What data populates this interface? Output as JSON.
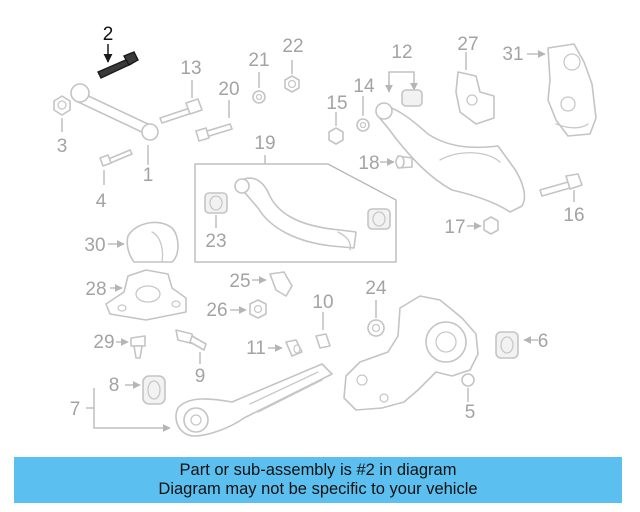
{
  "callouts": {
    "c1": "1",
    "c2": "2",
    "c3": "3",
    "c4": "4",
    "c5": "5",
    "c6": "6",
    "c7": "7",
    "c8": "8",
    "c9": "9",
    "c10": "10",
    "c11": "11",
    "c12": "12",
    "c13": "13",
    "c14": "14",
    "c15": "15",
    "c16": "16",
    "c17": "17",
    "c18": "18",
    "c19": "19",
    "c20": "20",
    "c21": "21",
    "c22": "22",
    "c23": "23",
    "c24": "24",
    "c25": "25",
    "c26": "26",
    "c27": "27",
    "c28": "28",
    "c29": "29",
    "c30": "30",
    "c31": "31"
  },
  "highlighted_part": "2",
  "banner": {
    "line1": "Part or sub-assembly is #2 in diagram",
    "line2": "Diagram may not be specific to your vehicle",
    "color": "#5bc0f0"
  }
}
